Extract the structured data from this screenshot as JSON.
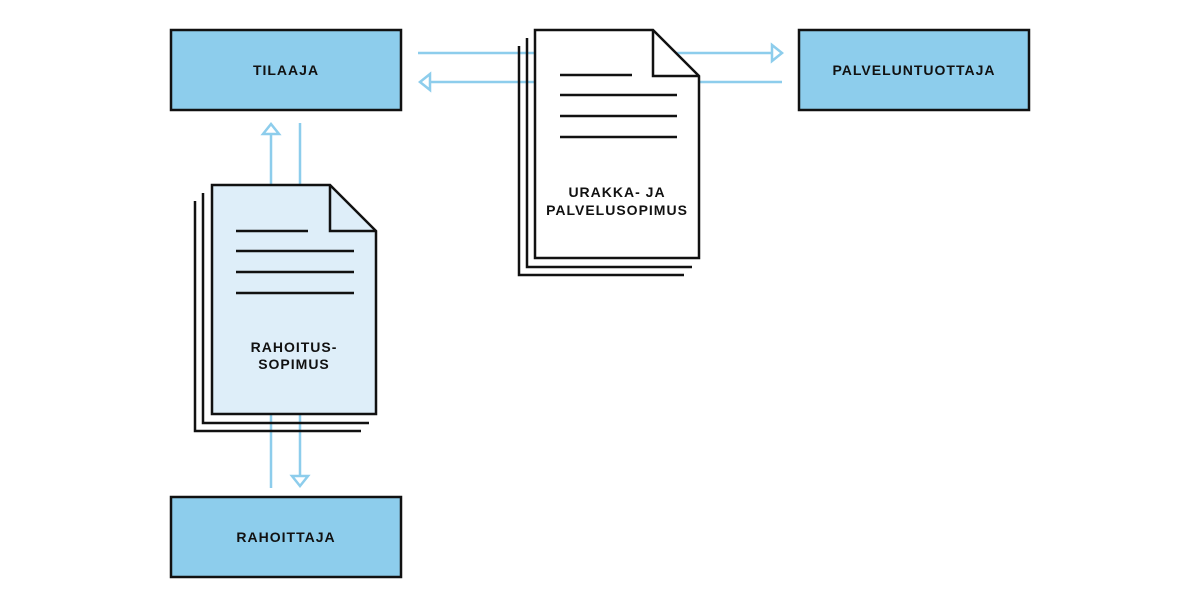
{
  "nodes": {
    "tilaaja": "TILAAJA",
    "palveluntuottaja": "PALVELUNTUOTTAJA",
    "rahoittaja": "RAHOITTAJA"
  },
  "documents": {
    "urakka": {
      "line1": "URAKKA- JA",
      "line2": "PALVELUSOPIMUS",
      "fill": "#ffffff"
    },
    "rahoitus": {
      "line1": "RAHOITUS-",
      "line2": "SOPIMUS",
      "fill": "#deeef9"
    }
  },
  "colors": {
    "box_fill": "#8dcdec",
    "arrow": "#8dcdec",
    "stroke": "#111111"
  }
}
